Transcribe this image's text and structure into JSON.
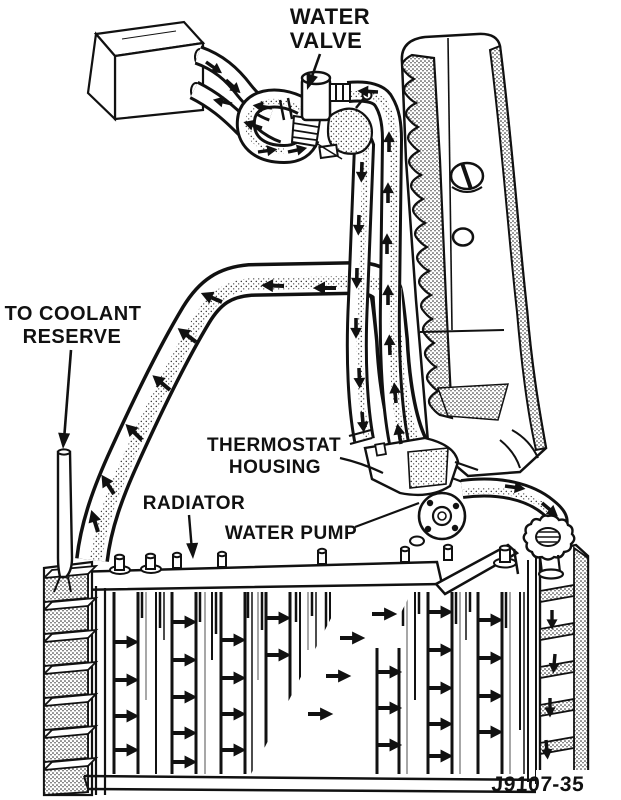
{
  "diagram": {
    "figure_number": "J9107-35",
    "labels": {
      "water_valve_line1": "WATER",
      "water_valve_line2": "VALVE",
      "coolant_reserve_line1": "TO COOLANT",
      "coolant_reserve_line2": "RESERVE",
      "thermostat_line1": "THERMOSTAT",
      "thermostat_line2": "HOUSING",
      "radiator": "RADIATOR",
      "water_pump": "WATER PUMP"
    },
    "colors": {
      "ink": "#111111",
      "paper": "#ffffff"
    }
  }
}
